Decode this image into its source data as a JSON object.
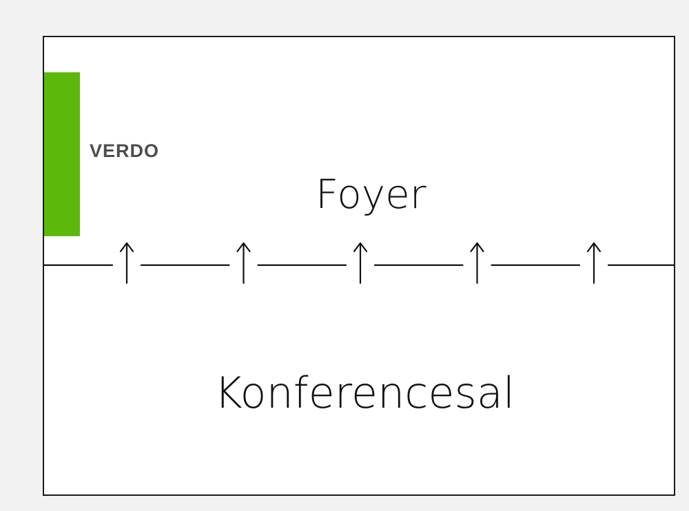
{
  "logo": {
    "text": "VERDO",
    "color": "#4d4d4d",
    "brand_green": "#5cb80a"
  },
  "rooms": {
    "upper": "Foyer",
    "lower": "Konferencesal"
  },
  "divider": {
    "arrow_count": 5,
    "arrow_direction": "up"
  }
}
